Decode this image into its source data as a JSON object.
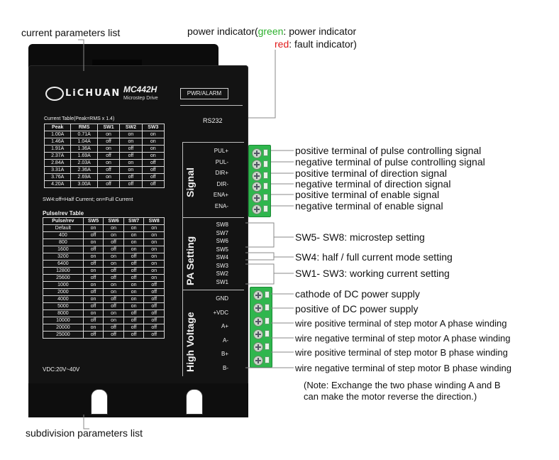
{
  "callouts": {
    "current_params": "current parameters list",
    "power_indicator_prefix": "power indicator(",
    "green_word": "green",
    "green_suffix": ": power indicator",
    "red_word": "red",
    "red_suffix": ": fault indicator)",
    "pul_plus": "positive terminal of  pulse controlling signal",
    "pul_minus": "negative terminal of  pulse controlling signal",
    "dir_plus": "positive terminal of direction signal",
    "dir_minus": "negative terminal of direction signal",
    "ena_plus": "positive terminal of enable signal",
    "ena_minus": "negative terminal of enable signal",
    "sw5_8": "SW5- SW8: microstep setting",
    "sw4": "SW4: half / full current mode setting",
    "sw1_3": "SW1- SW3: working current setting",
    "gnd": "cathode of DC power supply",
    "vdc": "positive of DC power supply",
    "a_plus": "wire positive terminal of step motor A phase winding",
    "a_minus": "wire negative terminal of step motor A phase winding",
    "b_plus": "wire positive terminal of step motor B phase winding",
    "b_minus": "wire negative terminal of step motor B phase winding",
    "note_line1": "(Note: Exchange the two phase winding A and B",
    "note_line2": "can make the motor reverse the direction.)",
    "subdivision_params": "subdivision parameters list"
  },
  "device": {
    "brand": "LiCHUAN",
    "model": "MC442H",
    "model_sub": "Microstep Drive",
    "pwr_alarm": "PWR/ALARM",
    "rs232": "RS232",
    "current_table_title": "Current Table(Peak=RMS x 1.4)",
    "current_headers": [
      "Peak",
      "RMS",
      "SW1",
      "SW2",
      "SW3"
    ],
    "current_rows": [
      [
        "1.00A",
        "0.71A",
        "on",
        "on",
        "on"
      ],
      [
        "1.46A",
        "1.04A",
        "off",
        "on",
        "on"
      ],
      [
        "1.91A",
        "1.36A",
        "on",
        "off",
        "on"
      ],
      [
        "2.37A",
        "1.69A",
        "off",
        "off",
        "on"
      ],
      [
        "2.84A",
        "2.03A",
        "on",
        "on",
        "off"
      ],
      [
        "3.31A",
        "2.36A",
        "off",
        "on",
        "off"
      ],
      [
        "3.76A",
        "2.69A",
        "on",
        "off",
        "off"
      ],
      [
        "4.20A",
        "3.00A",
        "off",
        "off",
        "off"
      ]
    ],
    "sw4_note": "SW4:off=Half Current;  on=Full Current",
    "pulse_table_title": "Pulse/rev Table",
    "pulse_headers": [
      "Pulse/rev",
      "SW5",
      "SW6",
      "SW7",
      "SW8"
    ],
    "pulse_rows": [
      [
        "Default",
        "on",
        "on",
        "on",
        "on"
      ],
      [
        "400",
        "off",
        "on",
        "on",
        "on"
      ],
      [
        "800",
        "on",
        "off",
        "on",
        "on"
      ],
      [
        "1600",
        "off",
        "off",
        "on",
        "on"
      ],
      [
        "3200",
        "on",
        "on",
        "off",
        "on"
      ],
      [
        "6400",
        "off",
        "on",
        "off",
        "on"
      ],
      [
        "12800",
        "on",
        "off",
        "off",
        "on"
      ],
      [
        "25600",
        "off",
        "off",
        "off",
        "on"
      ],
      [
        "1000",
        "on",
        "on",
        "on",
        "off"
      ],
      [
        "2000",
        "off",
        "on",
        "on",
        "off"
      ],
      [
        "4000",
        "on",
        "off",
        "on",
        "off"
      ],
      [
        "5000",
        "off",
        "off",
        "on",
        "off"
      ],
      [
        "8000",
        "on",
        "on",
        "off",
        "off"
      ],
      [
        "10000",
        "off",
        "on",
        "off",
        "off"
      ],
      [
        "20000",
        "on",
        "off",
        "off",
        "off"
      ],
      [
        "25000",
        "off",
        "off",
        "off",
        "off"
      ]
    ],
    "vdc_range": "VDC:20V~40V",
    "signal_title": "Signal",
    "signal_terms": [
      "PUL+",
      "PUL-",
      "DIR+",
      "DIR-",
      "ENA+",
      "ENA-"
    ],
    "pa_title": "PA Setting",
    "sw_terms": [
      "SW8",
      "SW7",
      "SW6",
      "SW5",
      "SW4",
      "SW3",
      "SW2",
      "SW1"
    ],
    "hv_title": "High Voltage",
    "hv_terms": [
      "GND",
      "+VDC",
      "A+",
      "A-",
      "B+",
      "B-"
    ]
  },
  "colors": {
    "device_body": "#131313",
    "connector_green": "#2fb64d",
    "indicator_green": "#2db02d",
    "indicator_red": "#e01b1b"
  }
}
